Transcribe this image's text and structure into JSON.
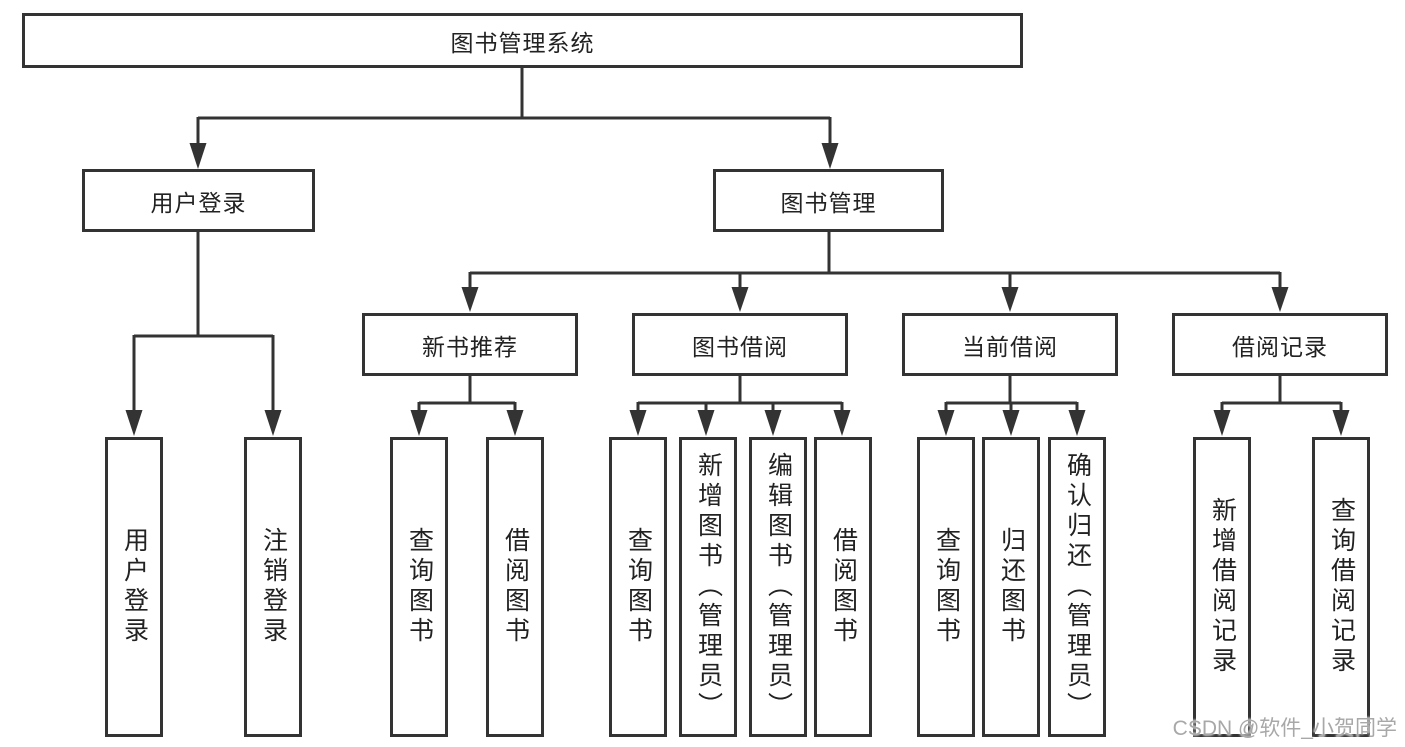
{
  "diagram": {
    "title": "图书管理系统",
    "watermark": "CSDN @软件_小贺同学",
    "colors": {
      "line": "#333333",
      "box_border": "#333333",
      "text": "#222222",
      "background": "#ffffff",
      "watermark": "#a8a8a8"
    },
    "root": {
      "label": "图书管理系统"
    },
    "level2": [
      {
        "label": "用户登录"
      },
      {
        "label": "图书管理"
      }
    ],
    "level3": [
      {
        "label": "新书推荐"
      },
      {
        "label": "图书借阅"
      },
      {
        "label": "当前借阅"
      },
      {
        "label": "借阅记录"
      }
    ],
    "leaves": {
      "user_login": [
        "用户登录",
        "注销登录"
      ],
      "new_book": [
        "查询图书",
        "借阅图书"
      ],
      "borrow": [
        "查询图书",
        "新增图书（管理员）",
        "编辑图书（管理员）",
        "借阅图书"
      ],
      "current": [
        "查询图书",
        "归还图书",
        "确认归还（管理员）"
      ],
      "records": [
        "新增借阅记录",
        "查询借阅记录"
      ]
    }
  }
}
